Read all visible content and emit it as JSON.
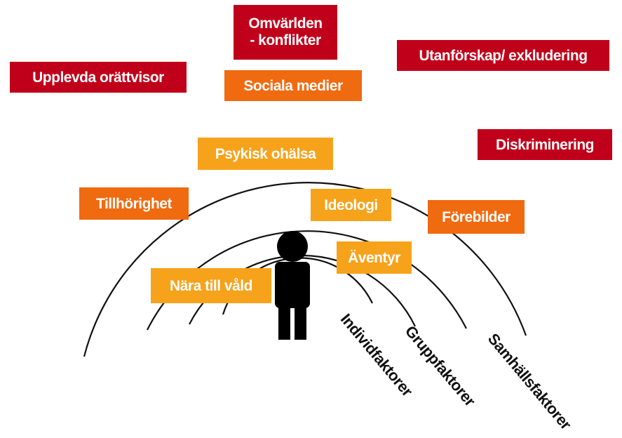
{
  "factors": {
    "society": [
      {
        "key": "omvarlden",
        "text": "Omvärlden\n- konflikter"
      },
      {
        "key": "upplevda",
        "text": "Upplevda orättvisor"
      },
      {
        "key": "utanforskap",
        "text": "Utanförskap/ exkludering"
      },
      {
        "key": "diskriminering",
        "text": "Diskriminering"
      }
    ],
    "group": [
      {
        "key": "sociala",
        "text": "Sociala medier"
      },
      {
        "key": "tillhorighet",
        "text": "Tillhörighet"
      },
      {
        "key": "forebilder",
        "text": "Förebilder"
      }
    ],
    "individual": [
      {
        "key": "psykisk",
        "text": "Psykisk ohälsa"
      },
      {
        "key": "ideologi",
        "text": "Ideologi"
      },
      {
        "key": "aventyr",
        "text": "Äventyr"
      },
      {
        "key": "nara",
        "text": "Nära till våld"
      }
    ]
  },
  "layers": {
    "individual": "Individfaktorer",
    "group": "Gruppfaktorer",
    "society": "Samhällsfaktorer"
  },
  "colors": {
    "society": "#c0001a",
    "group": "#f06a10",
    "individual": "#f7a21b",
    "ring": "#111111",
    "person": "#000000"
  },
  "icons": {
    "person": "person-silhouette-icon"
  }
}
